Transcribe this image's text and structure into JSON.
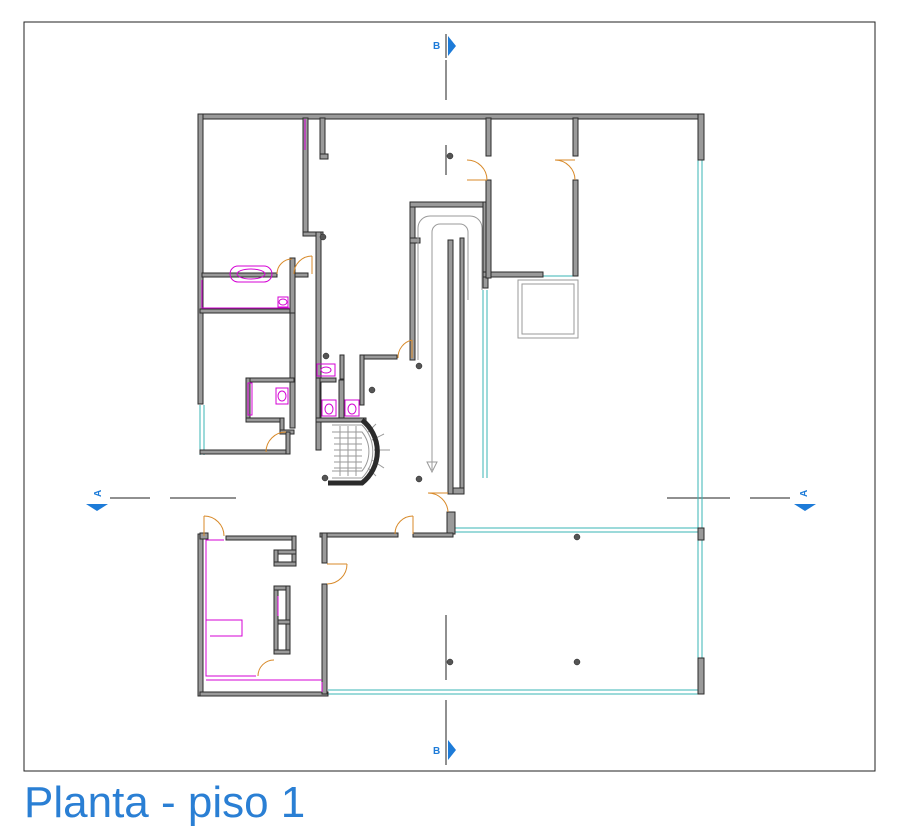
{
  "drawing": {
    "title": "Planta - piso 1",
    "section_markers": {
      "a": "A",
      "b": "B"
    }
  },
  "colors": {
    "wall": "#2b2b2b",
    "wall_fill": "#9a9a9a",
    "glazing": "#3ab4b4",
    "fixtures": "#d400d4",
    "doors": "#d88a2a",
    "markers": "#1d7bd8",
    "title": "#2a7fd4"
  }
}
